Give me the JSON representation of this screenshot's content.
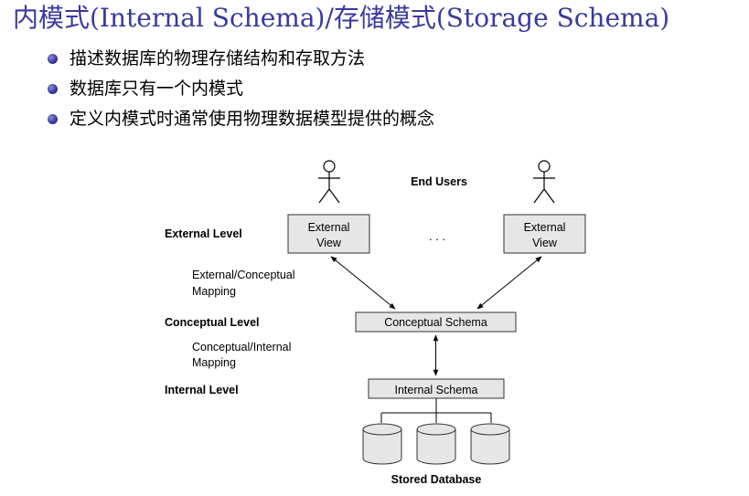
{
  "title": "内模式(Internal Schema)/存储模式(Storage Schema)",
  "bullets": [
    "描述数据库的物理存储结构和存取方法",
    "数据库只有一个内模式",
    "定义内模式时通常使用物理数据模型提供的概念"
  ],
  "diagram": {
    "end_users": "End Users",
    "ellipsis": ". . .",
    "external_level": "External Level",
    "conceptual_level": "Conceptual Level",
    "internal_level": "Internal Level",
    "ext_view_line1": "External",
    "ext_view_line2": "View",
    "ext_conc_mapping_line1": "External/Conceptual",
    "ext_conc_mapping_line2": "Mapping",
    "conc_int_mapping_line1": "Conceptual/Internal",
    "conc_int_mapping_line2": "Mapping",
    "conceptual_schema": "Conceptual Schema",
    "internal_schema": "Internal Schema",
    "stored_database": "Stored Database"
  }
}
